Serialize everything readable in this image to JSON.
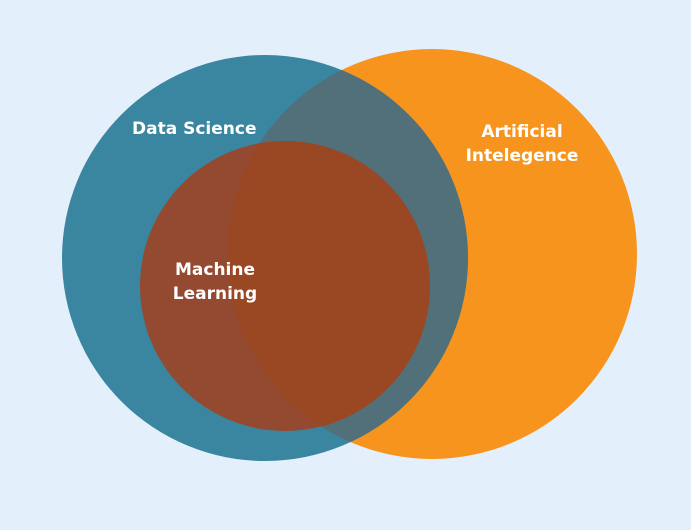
{
  "diagram": {
    "type": "venn",
    "sets": [
      {
        "id": "ds",
        "label": "Data Science",
        "color": "#3a86a0"
      },
      {
        "id": "ai",
        "label_line1": "Artificial",
        "label_line2": "Intelegence",
        "color": "#f7941e"
      },
      {
        "id": "ml",
        "label_line1": "Machine",
        "label_line2": "Learning",
        "color": "#944a30"
      }
    ],
    "overlap_colors": {
      "ds_ai": "#527079",
      "ml_ai": "#9a4724"
    },
    "background": "#e4effc"
  }
}
